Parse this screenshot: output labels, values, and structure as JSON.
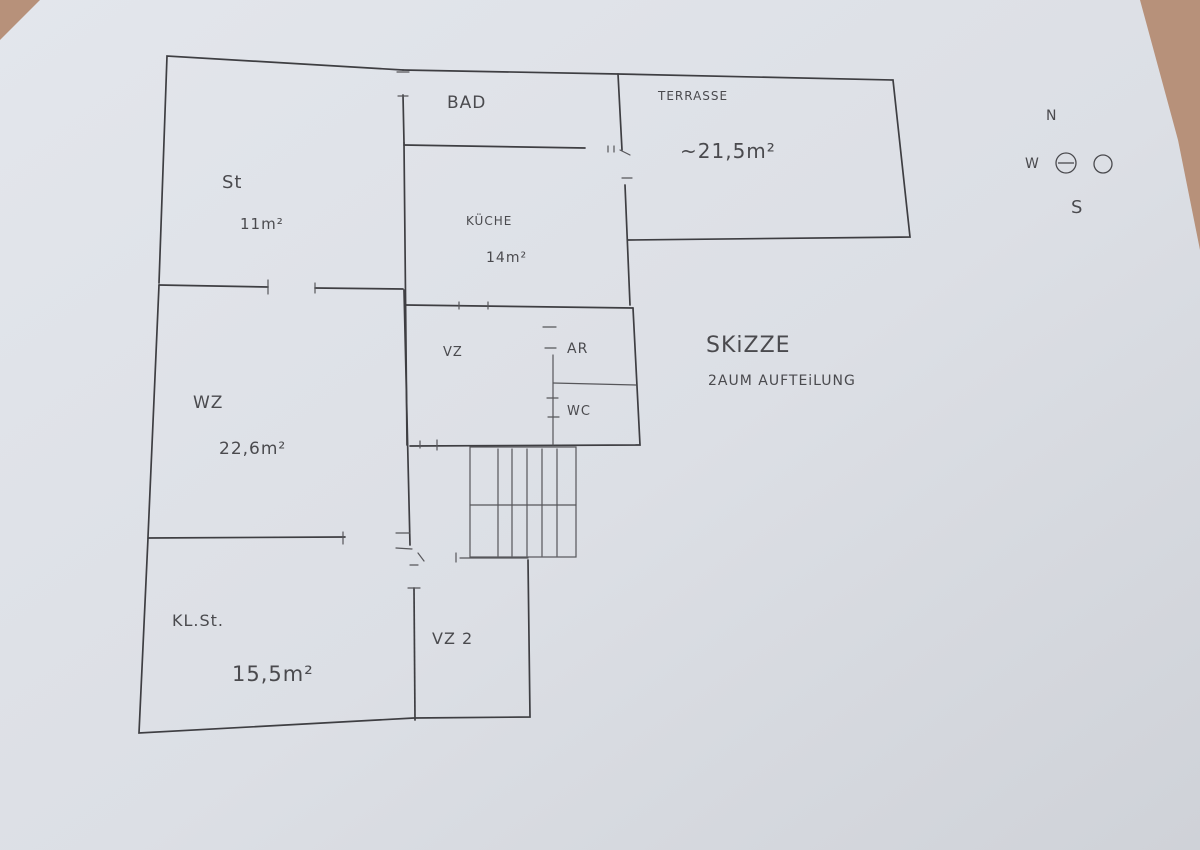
{
  "sketch": {
    "title_line1": "SKiZZE",
    "title_line2": "2AUM AUFTEiLUNG"
  },
  "rooms": {
    "bad": {
      "name": "BAD"
    },
    "terrasse": {
      "name": "TERRASSE",
      "area": "~21,5m²"
    },
    "st": {
      "name": "St",
      "area": "11m²"
    },
    "kueche": {
      "name": "KÜCHE",
      "area": "14m²"
    },
    "vz": {
      "name": "VZ"
    },
    "ar": {
      "name": "AR"
    },
    "wc": {
      "name": "WC"
    },
    "wz": {
      "name": "WZ",
      "area": "22,6m²"
    },
    "kl_st": {
      "name": "KL.St.",
      "area": "15,5m²"
    },
    "vz2": {
      "name": "VZ 2"
    }
  },
  "compass": {
    "north": "N",
    "west": "W",
    "east": "O",
    "south": "S"
  },
  "colors": {
    "paper": "#dde0e6",
    "pencil": "#3e3e42",
    "table": "#b7917a"
  }
}
